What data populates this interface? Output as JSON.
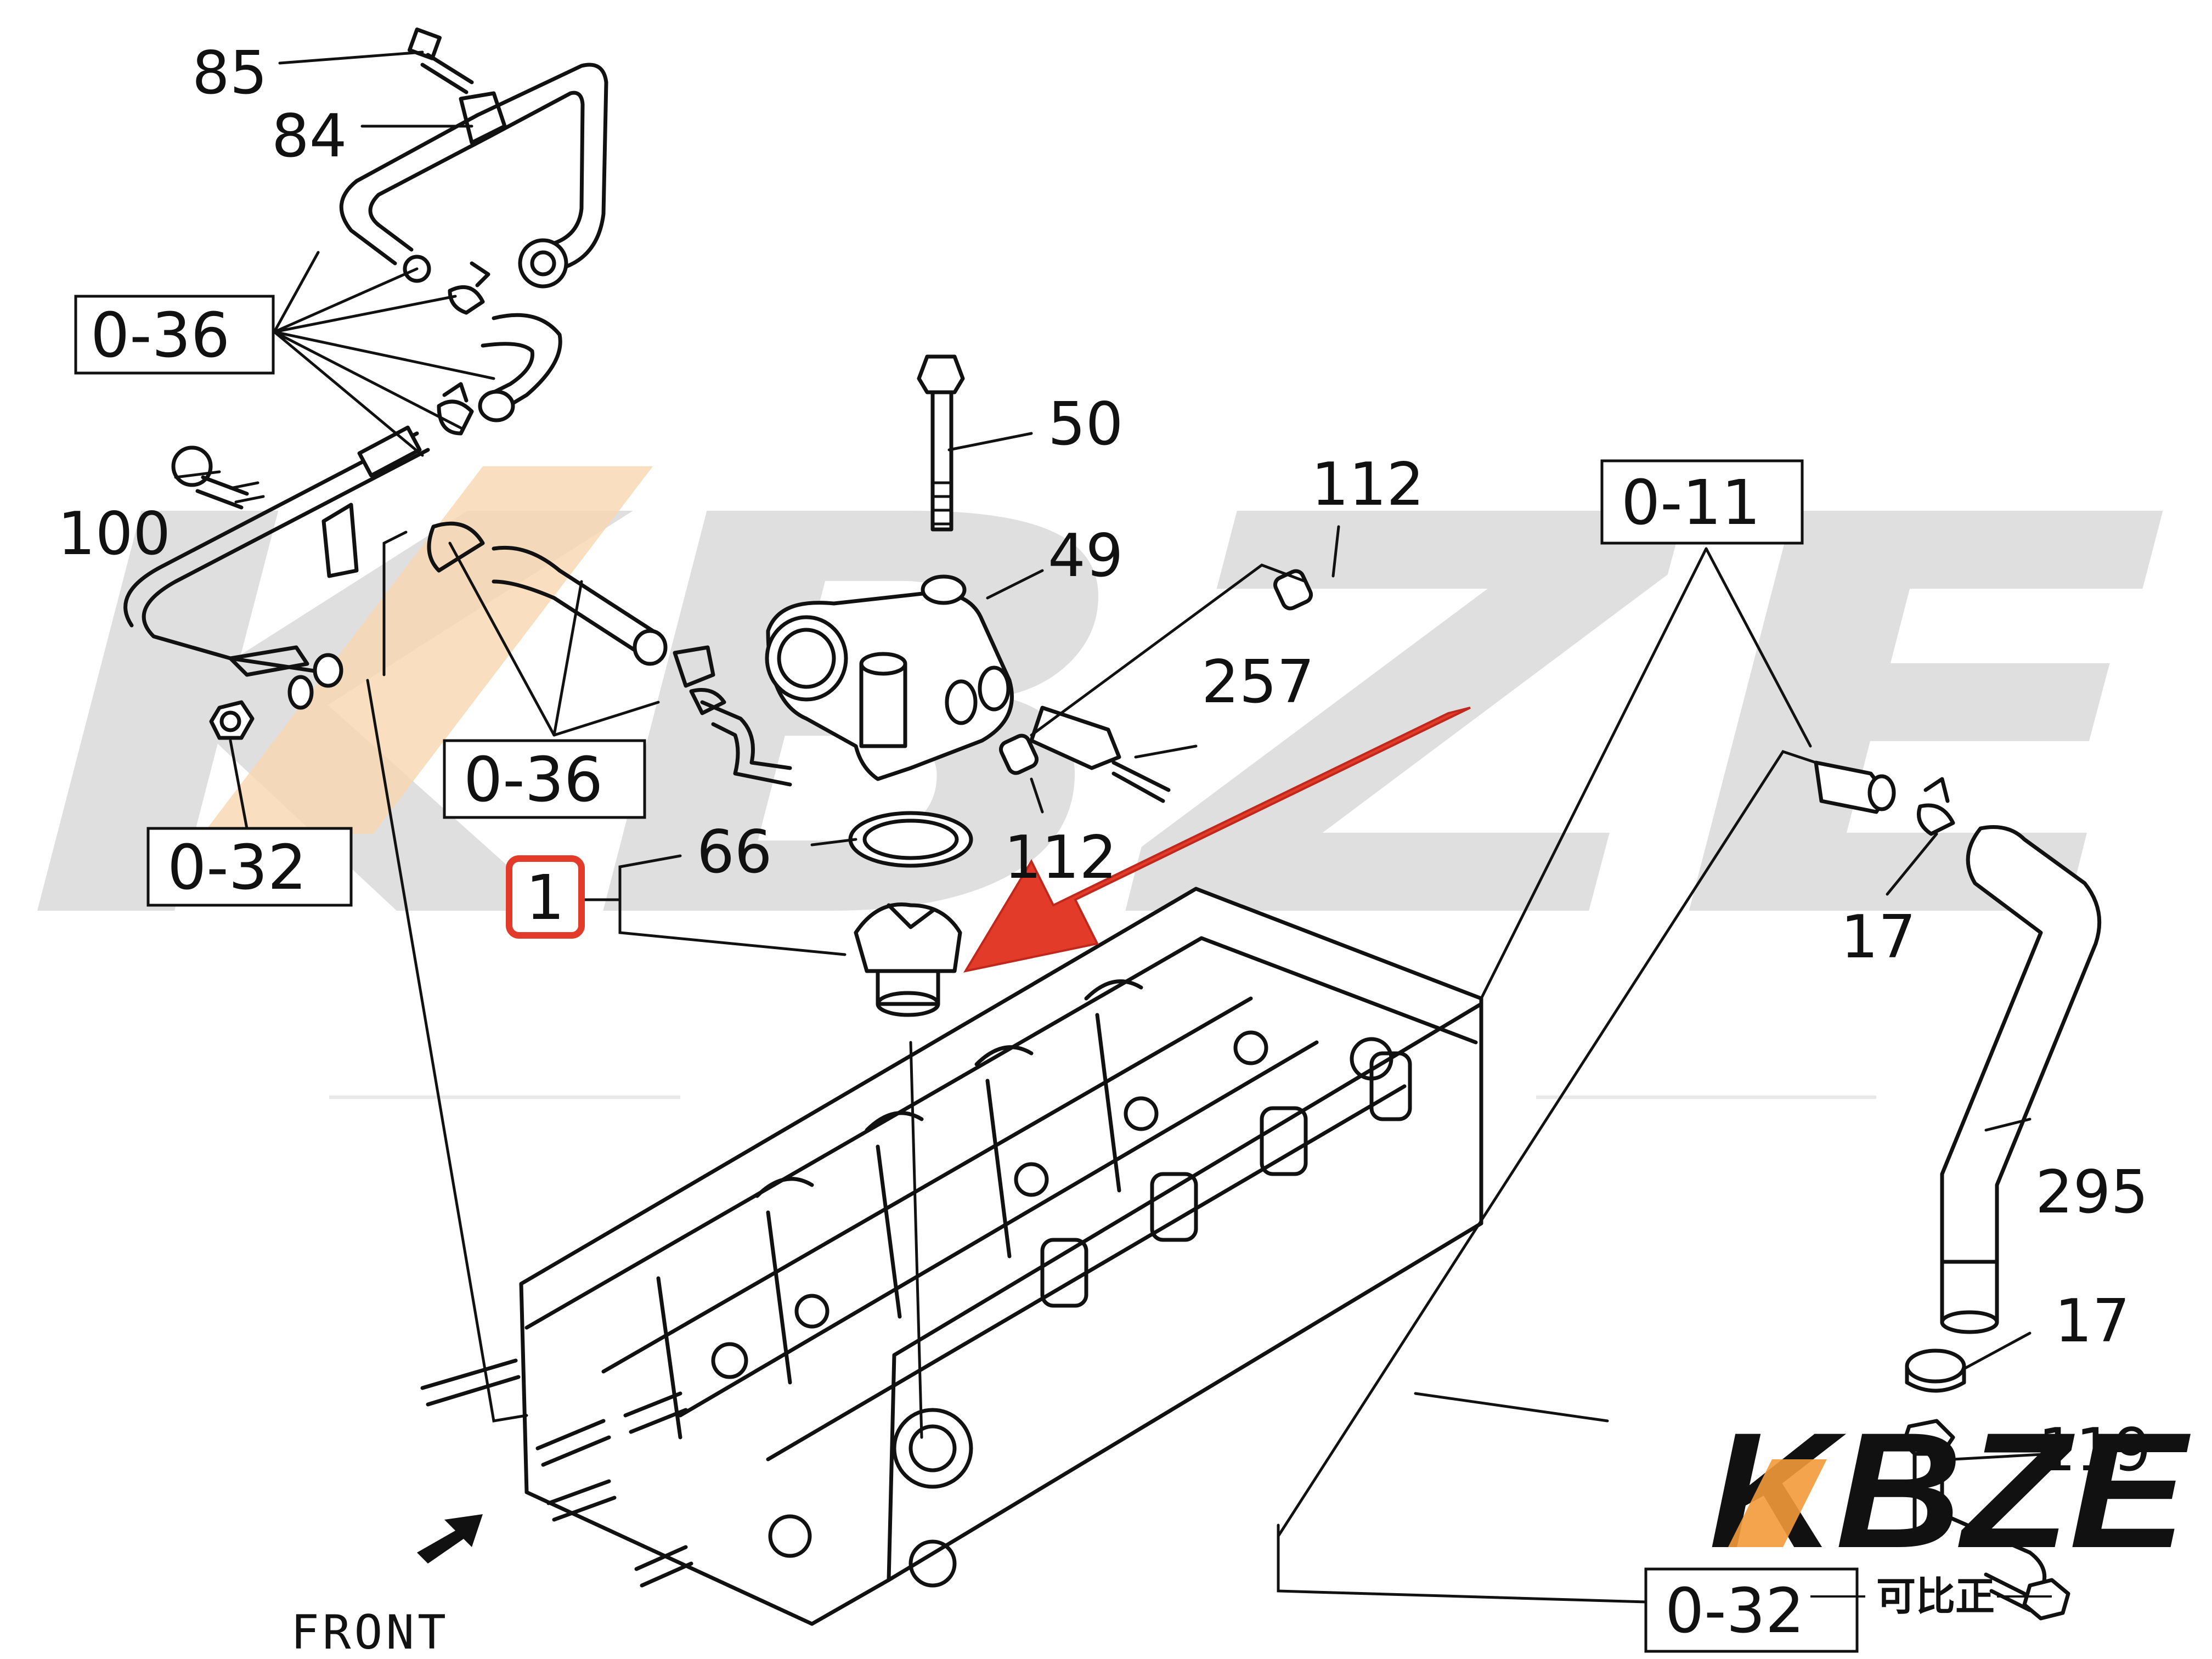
{
  "diagram": {
    "part_labels": [
      "85",
      "84",
      "100",
      "50",
      "49",
      "112",
      "257",
      "66",
      "112",
      "17",
      "295",
      "17",
      "119"
    ],
    "ref_boxes": [
      "0-36",
      "0-36",
      "0-32",
      "0-11",
      "0-32"
    ],
    "highlighted_part": "1",
    "direction_label": "FRONT"
  },
  "watermark": {
    "large_text": "KBZE",
    "brand_logo": "KBZE",
    "brand_sub": "可比正"
  },
  "colors": {
    "highlight_arrow": "#e23b2a",
    "highlight_box": "#e23b2a",
    "watermark_gray": "#d9d9d9",
    "watermark_orange": "#f6c48e",
    "line": "#111111"
  }
}
